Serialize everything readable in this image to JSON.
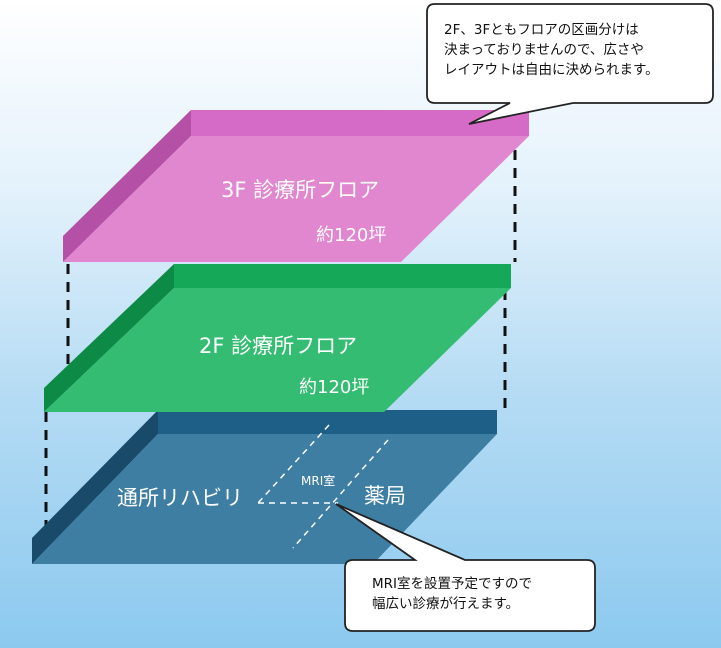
{
  "colors": {
    "floor3_top": "#e087d0",
    "floor3_edge": "#d66bc7",
    "floor3_side": "#b451a6",
    "floor2_top": "#34bd72",
    "floor2_edge": "#14a858",
    "floor2_side": "#0d8a45",
    "floor1_top": "#3e7ea3",
    "floor1_edge": "#1d5f86",
    "floor1_side": "#1a4a69"
  },
  "floors": {
    "f3": {
      "name": "3F 診療所フロア",
      "area": "約120坪"
    },
    "f2": {
      "name": "2F 診療所フロア",
      "area": "約120坪"
    },
    "f1": {
      "rehab": "通所リハビリ",
      "mri": "MRI室",
      "pharmacy": "薬局"
    }
  },
  "callouts": {
    "top": [
      "2F、3Fともフロアの区画分けは",
      "決まっておりませんので、広さや",
      "レイアウトは自由に決められます。"
    ],
    "bottom": [
      "MRI室を設置予定ですので",
      "幅広い診療が行えます。"
    ]
  }
}
